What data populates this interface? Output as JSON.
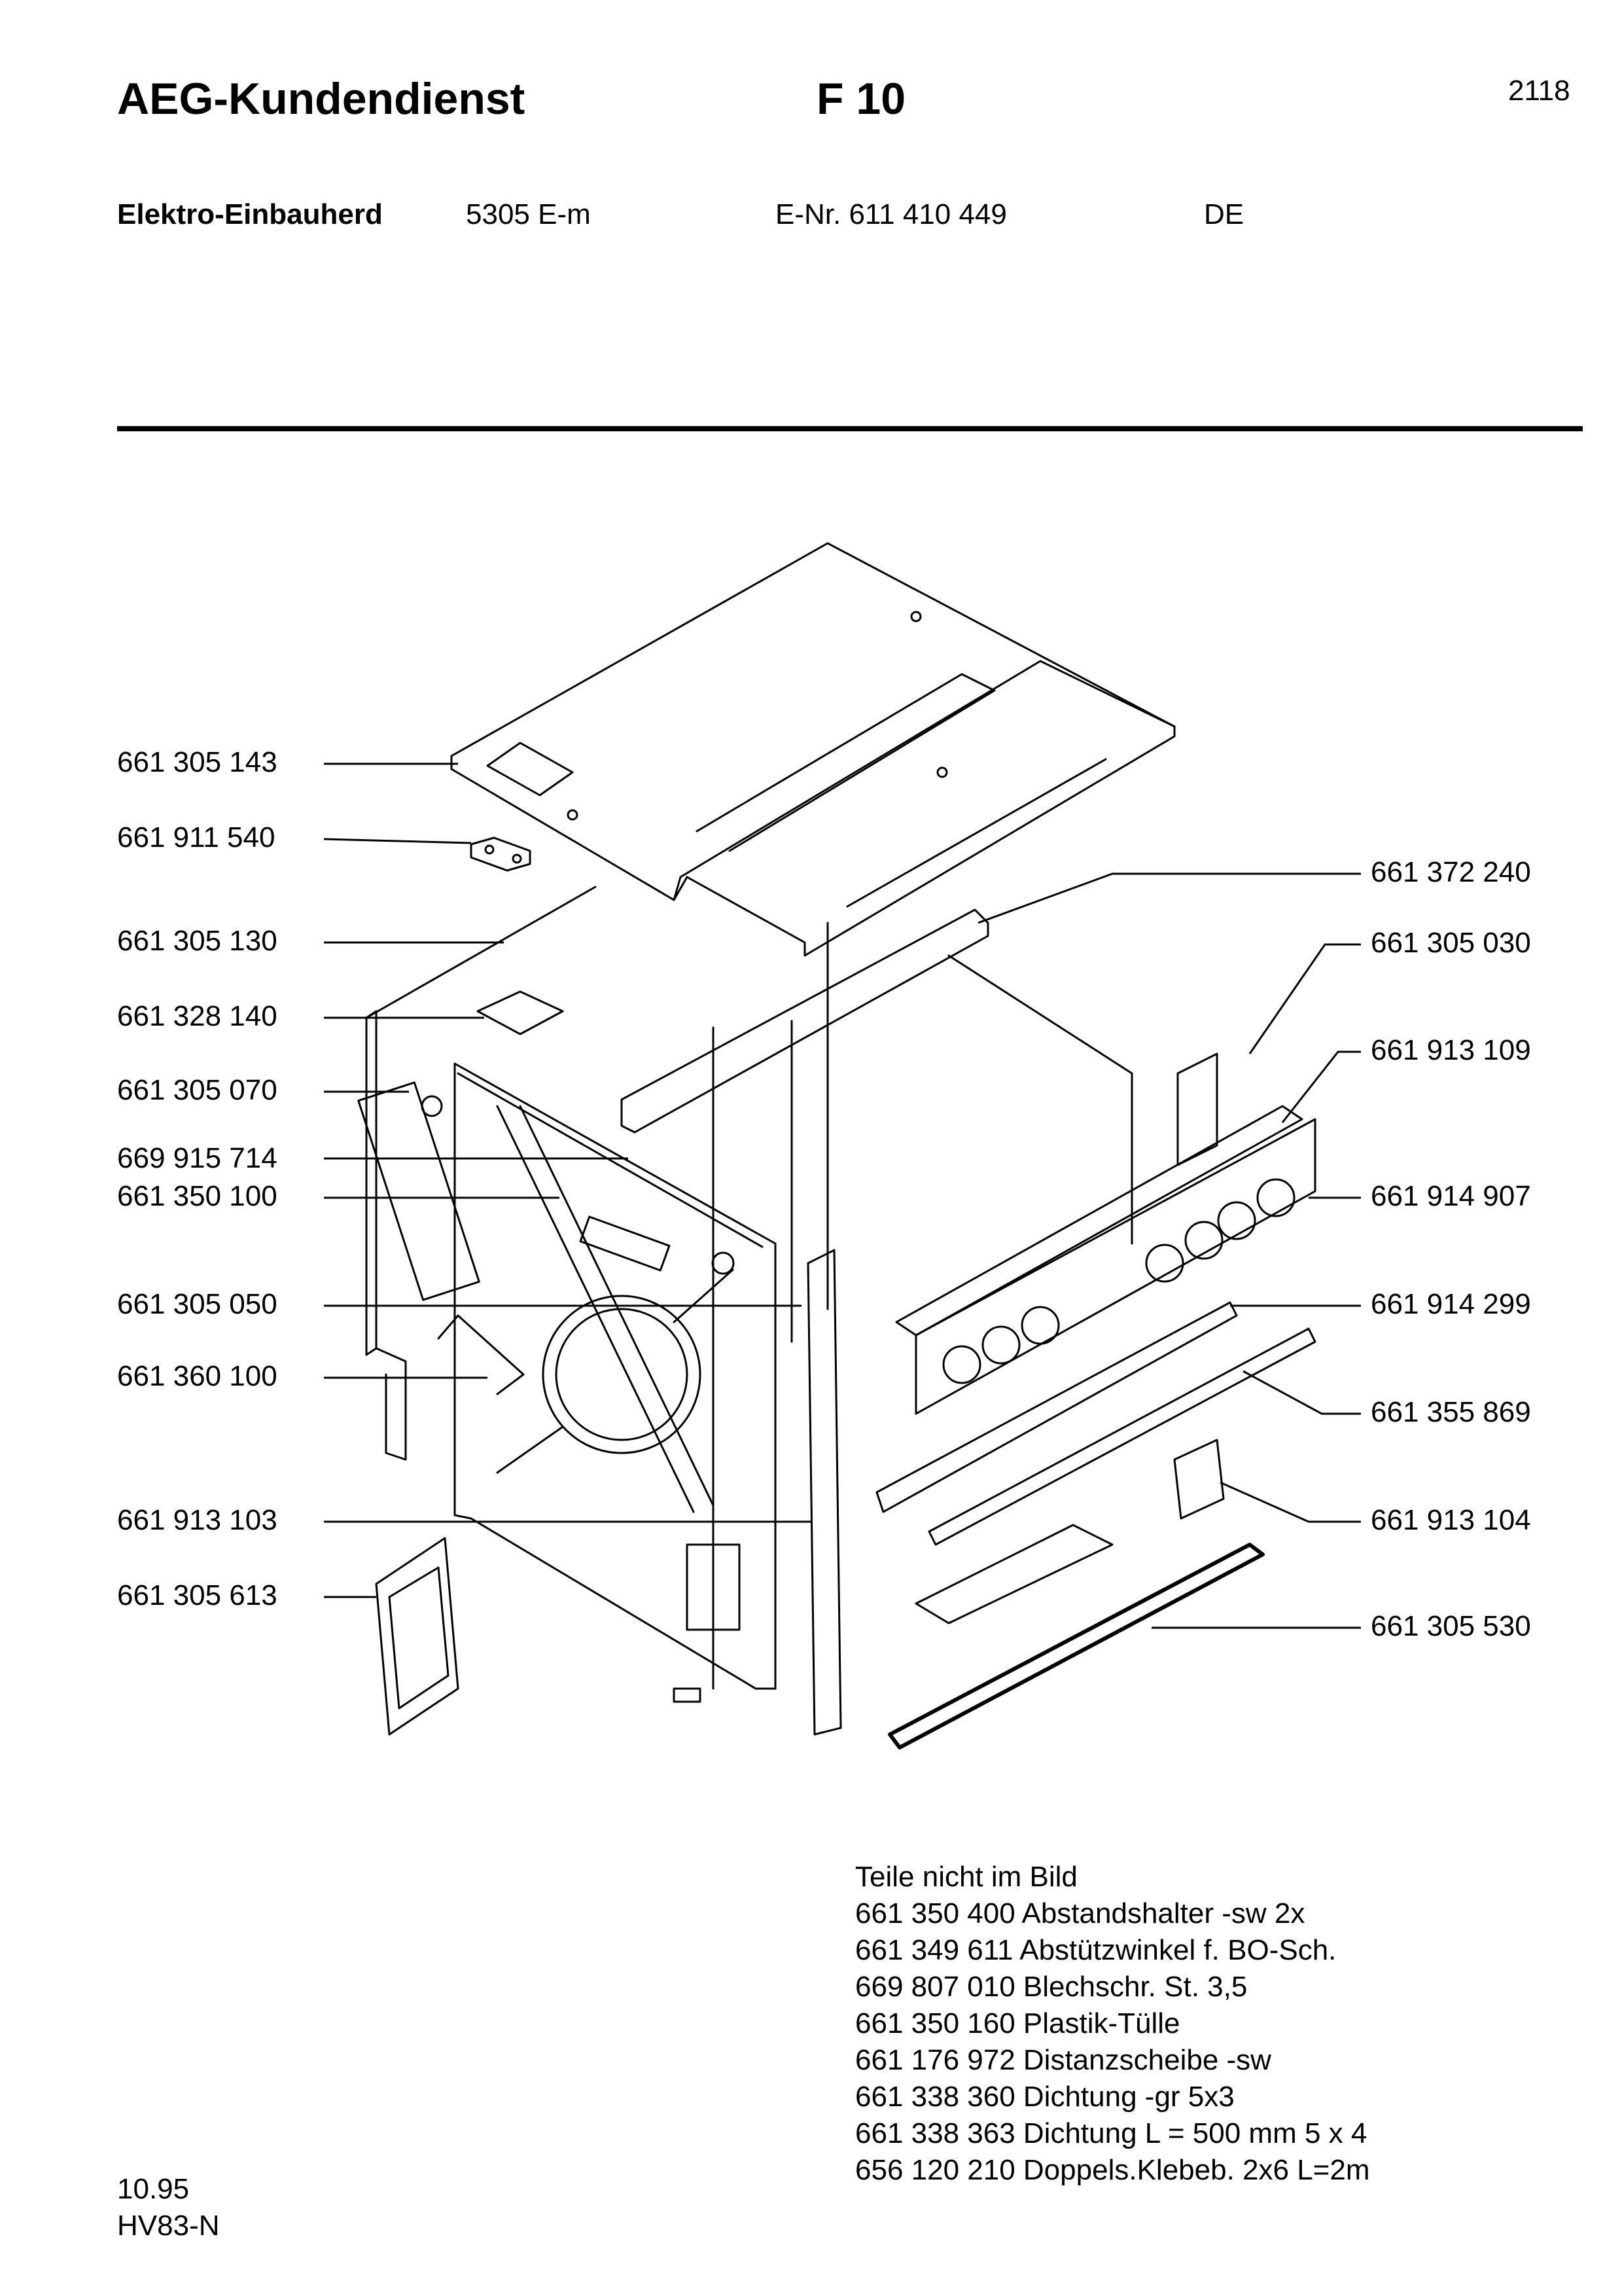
{
  "header": {
    "title": "AEG-Kundendienst",
    "code": "F 10",
    "page_number": "2118",
    "product": "Elektro-Einbauherd",
    "model": "5305 E-m",
    "e_nr": "E-Nr. 611 410 449",
    "country": "DE"
  },
  "parts_left": [
    "661 305 143",
    "661 911 540",
    "661 305 130",
    "661 328 140",
    "661 305 070",
    "669 915 714",
    "661 350 100",
    "661 305 050",
    "661 360 100",
    "661 913 103",
    "661 305 613"
  ],
  "parts_right": [
    "661 372 240",
    "661 305 030",
    "661 913 109",
    "661 914 907",
    "661 914 299",
    "661 355 869",
    "661 913 104",
    "661 305 530"
  ],
  "not_shown": {
    "heading": "Teile nicht im Bild",
    "items": [
      "661 350 400 Abstandshalter -sw 2x",
      "661 349 611 Abstützwinkel f. BO-Sch.",
      "669 807 010 Blechschr. St. 3,5",
      "661 350 160 Plastik-Tülle",
      "661 176 972 Distanzscheibe -sw",
      "661 338 360 Dichtung -gr 5x3",
      "661 338 363 Dichtung L = 500 mm  5 x 4",
      "656 120 210 Doppels.Klebeb. 2x6 L=2m"
    ]
  },
  "footer": {
    "date": "10.95",
    "ref": "HV83-N"
  }
}
